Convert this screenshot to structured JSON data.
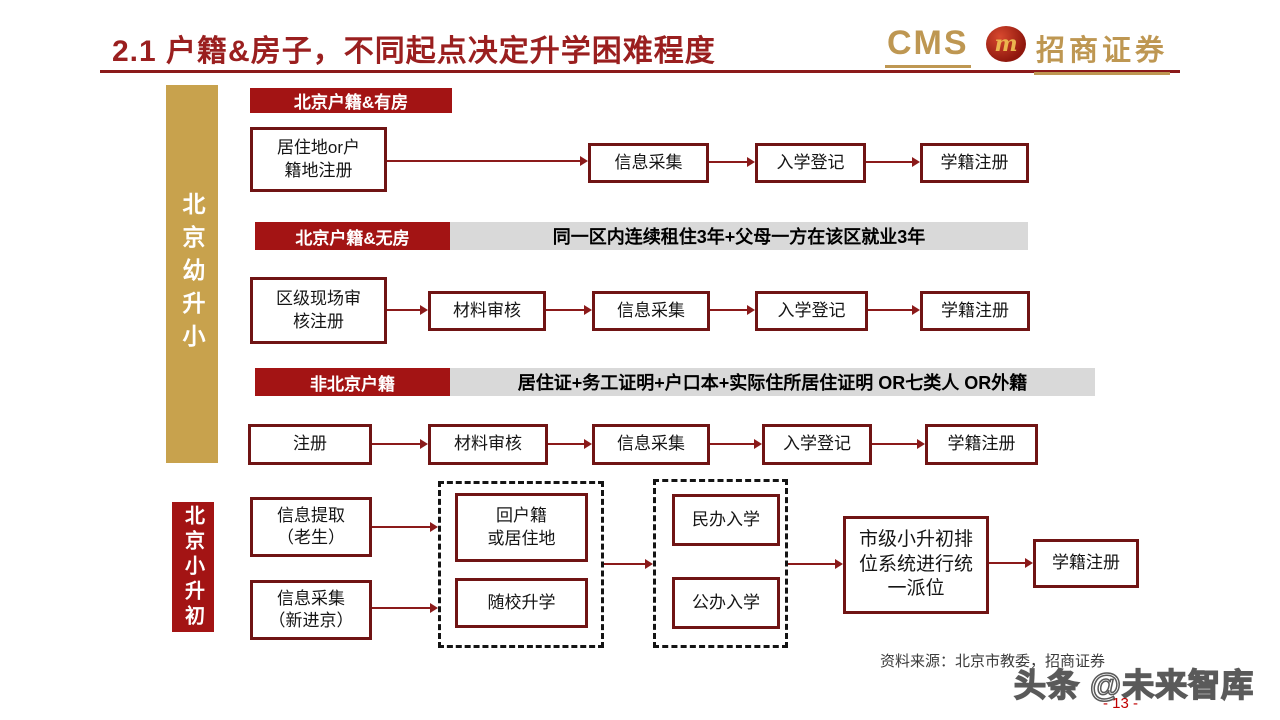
{
  "header": {
    "title": "2.1 户籍&房子，不同起点决定升学困难程度",
    "logo": {
      "cms": "CMS",
      "badge_letter": "m",
      "company": "招商证券"
    }
  },
  "stages": {
    "primary": "北京幼升小",
    "secondary": "北京小升初"
  },
  "flows": {
    "row1": {
      "tag": "北京户籍&有房",
      "start": "居住地or户\n籍地注册",
      "steps": [
        "信息采集",
        "入学登记",
        "学籍注册"
      ]
    },
    "row2": {
      "tag": "北京户籍&无房",
      "banner": "同一区内连续租住3年+父母一方在该区就业3年",
      "start": "区级现场审\n核注册",
      "steps": [
        "材料审核",
        "信息采集",
        "入学登记",
        "学籍注册"
      ]
    },
    "row3": {
      "tag": "非北京户籍",
      "banner": "居住证+务工证明+户口本+实际住所居住证明 OR七类人 OR外籍",
      "steps": [
        "注册",
        "材料审核",
        "信息采集",
        "入学登记",
        "学籍注册"
      ]
    },
    "bottom": {
      "inputs": [
        "信息提取\n（老生）",
        "信息采集\n（新进京）"
      ],
      "group1": [
        "回户籍\n或居住地",
        "随校升学"
      ],
      "group2": [
        "民办入学",
        "公办入学"
      ],
      "merge": "市级小升初排\n位系统进行统\n一派位",
      "end": "学籍注册"
    }
  },
  "footer": {
    "source": "资料来源：北京市教委，招商证券",
    "watermark": "头条 @未来智库",
    "page": "- 13 -"
  },
  "colors": {
    "tag_red": "#A31414",
    "title_red": "#9A1F1F",
    "arrow_red": "#8B1A1A",
    "gold": "#C8A24D",
    "banner_gray": "#D9D9D9"
  }
}
